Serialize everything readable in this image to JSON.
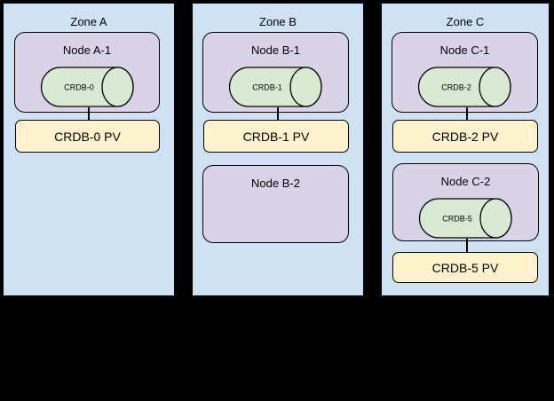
{
  "colors": {
    "background": "#000000",
    "zone-fill": "#cfe2f3",
    "node-fill": "#d9d2e9",
    "db-fill": "#d9ead3",
    "pv-fill": "#fff2cc",
    "border": "#000000",
    "text": "#000000"
  },
  "zones": [
    {
      "label": "Zone A",
      "nodes": [
        {
          "label": "Node A-1",
          "db": "CRDB-0",
          "pv": "CRDB-0 PV"
        }
      ]
    },
    {
      "label": "Zone B",
      "nodes": [
        {
          "label": "Node B-1",
          "db": "CRDB-1",
          "pv": "CRDB-1 PV"
        },
        {
          "label": "Node B-2"
        }
      ]
    },
    {
      "label": "Zone C",
      "nodes": [
        {
          "label": "Node C-1",
          "db": "CRDB-2",
          "pv": "CRDB-2 PV"
        },
        {
          "label": "Node C-2",
          "db": "CRDB-5",
          "pv": "CRDB-5 PV"
        }
      ]
    }
  ]
}
